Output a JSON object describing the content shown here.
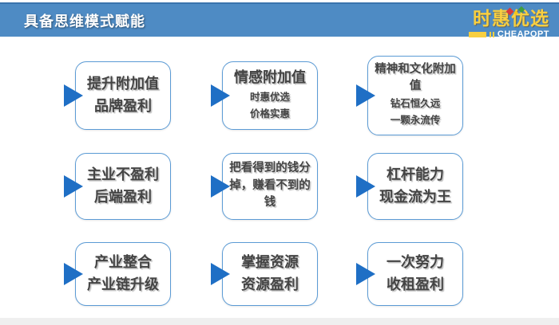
{
  "colors": {
    "header_blue": "#4e8bc4",
    "header_blue_dark": "#3a74ad",
    "arrow_blue": "#1f6fc5",
    "box_border_blue": "#5b9bd5",
    "box_text_gray": "#444444",
    "logo_yellow": "#f8cf40",
    "sparkle_red": "#d93a3a",
    "sparkle_green": "#3f9e3f",
    "sparkle_yellow": "#f5c518",
    "footer_gray": "#efefef"
  },
  "header": {
    "title": "具备思维模式赋能"
  },
  "logo": {
    "cn": "时惠优选",
    "en": "CHEAPOPT"
  },
  "boxes": [
    {
      "lines": [
        {
          "t": "提升附加值",
          "cls": "line lg"
        },
        {
          "t": "品牌盈利",
          "cls": "line lg"
        }
      ]
    },
    {
      "lines": [
        {
          "t": "情感附加值",
          "cls": "line lg"
        },
        {
          "t": "时惠优选",
          "cls": "line sm"
        },
        {
          "t": "价格实惠",
          "cls": "line sm"
        }
      ]
    },
    {
      "lines": [
        {
          "t": "精神和文化附加值",
          "cls": "line md"
        },
        {
          "t": "钻石恒久远",
          "cls": "line sm"
        },
        {
          "t": "一颗永流传",
          "cls": "line sm"
        }
      ]
    },
    {
      "lines": [
        {
          "t": "主业不盈利",
          "cls": "line lg"
        },
        {
          "t": "后端盈利",
          "cls": "line lg"
        }
      ]
    },
    {
      "lines": [
        {
          "t": "把看得到的钱分掉，赚看不到的钱",
          "cls": "line md"
        }
      ]
    },
    {
      "lines": [
        {
          "t": "杠杆能力",
          "cls": "line lg"
        },
        {
          "t": "现金流为王",
          "cls": "line lg"
        }
      ]
    },
    {
      "lines": [
        {
          "t": "产业整合",
          "cls": "line lg"
        },
        {
          "t": "产业链升级",
          "cls": "line lg"
        }
      ]
    },
    {
      "lines": [
        {
          "t": "掌握资源",
          "cls": "line lg"
        },
        {
          "t": "资源盈利",
          "cls": "line lg"
        }
      ]
    },
    {
      "lines": [
        {
          "t": "一次努力",
          "cls": "line lg"
        },
        {
          "t": "收租盈利",
          "cls": "line lg"
        }
      ]
    }
  ]
}
